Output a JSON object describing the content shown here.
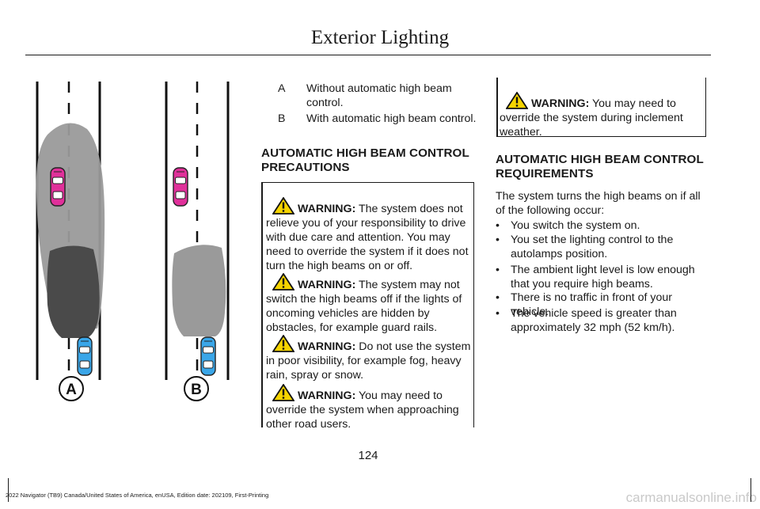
{
  "header": {
    "title": "Exterior Lighting"
  },
  "figure": {
    "label_a": "A",
    "label_b": "B"
  },
  "legend": [
    {
      "key": "A",
      "text": "Without automatic high beam control."
    },
    {
      "key": "B",
      "text": "With automatic high beam control."
    }
  ],
  "precautions": {
    "heading_line1": "AUTOMATIC HIGH BEAM CONTROL",
    "heading_line2": "PRECAUTIONS",
    "warnings": [
      {
        "label": "WARNING:",
        "text": "The system does not relieve you of your responsibility to drive with due care and attention. You may need to override the system if it does not turn the high beams on or off."
      },
      {
        "label": "WARNING:",
        "text": "The system may not switch the high beams off if the lights of oncoming vehicles are hidden by obstacles, for example guard rails."
      },
      {
        "label": "WARNING:",
        "text": "Do not use the system in poor visibility, for example fog, heavy rain, spray or snow."
      },
      {
        "label": "WARNING:",
        "text": "You may need to override the system when approaching other road users."
      }
    ]
  },
  "right_warning": {
    "label": "WARNING:",
    "text": "You may need to override the system during inclement weather."
  },
  "requirements": {
    "heading_line1": "AUTOMATIC HIGH BEAM CONTROL",
    "heading_line2": "REQUIREMENTS",
    "intro": "The system turns the high beams on if all of the following occur:",
    "bullets": [
      "You switch the system on.",
      "You set the lighting control to the autolamps position.",
      "The ambient light level is low enough that you require high beams.",
      "There is no traffic in front of your vehicle.",
      "The vehicle speed is greater than approximately 32 mph (52 km/h)."
    ]
  },
  "page_number": "124",
  "footer": "2022 Navigator (TB9) Canada/United States of America, enUSA, Edition date: 202109, First-Printing",
  "watermark": "carmanualsonline.info",
  "colors": {
    "lead_car": "#e0309a",
    "own_car": "#3aa6e8",
    "beam_light": "#9a9a9a",
    "beam_dark": "#4a4a4a"
  }
}
